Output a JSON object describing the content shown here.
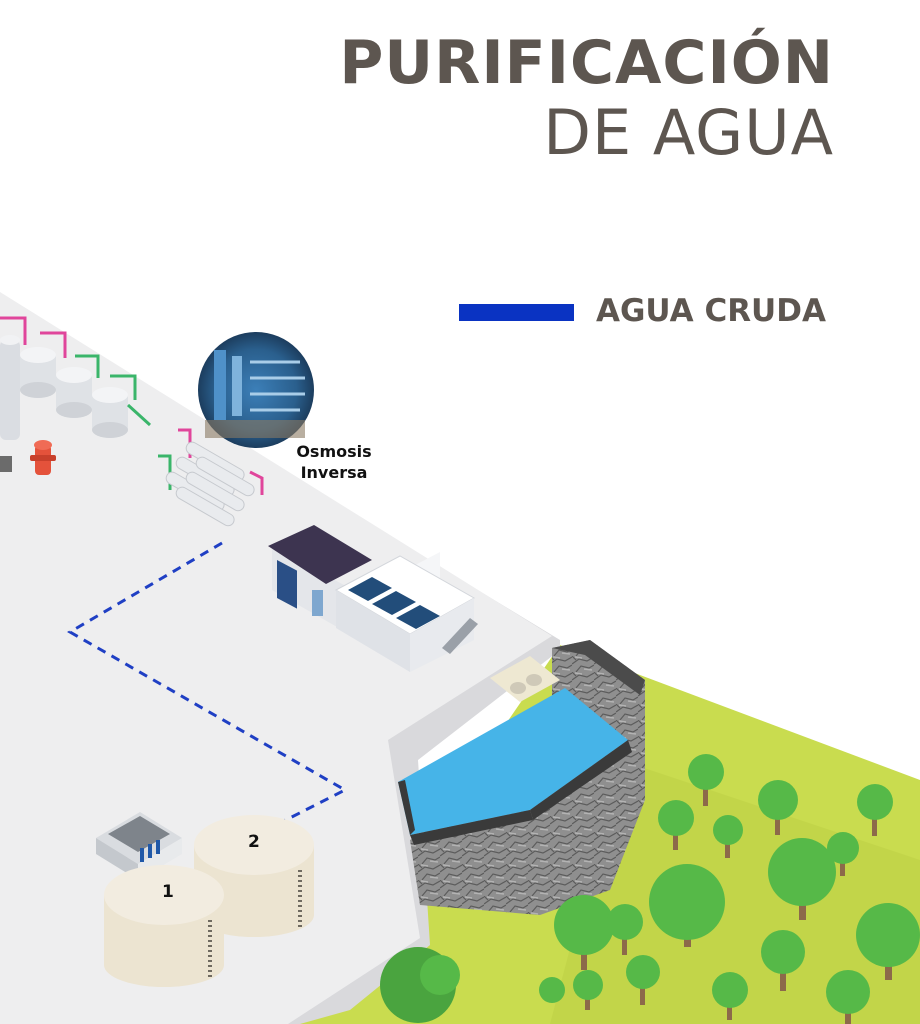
{
  "title": {
    "line1": "PURIFICACIÓN",
    "line2": "DE AGUA"
  },
  "legend": {
    "label": "AGUA CRUDA",
    "color": "#0a33c2"
  },
  "callout": {
    "line1": "Osmosis",
    "line2": "Inversa"
  },
  "tanks": [
    {
      "label": "1"
    },
    {
      "label": "2"
    }
  ],
  "colors": {
    "platform": "#eeeeef",
    "grass": "#c9dc4f",
    "reservoir_water": "#46b4e8",
    "dashed_line": "#1f3fc4",
    "title_text": "#5d5650",
    "pipe_pink": "#e0459b",
    "pipe_green": "#3ab56a"
  }
}
